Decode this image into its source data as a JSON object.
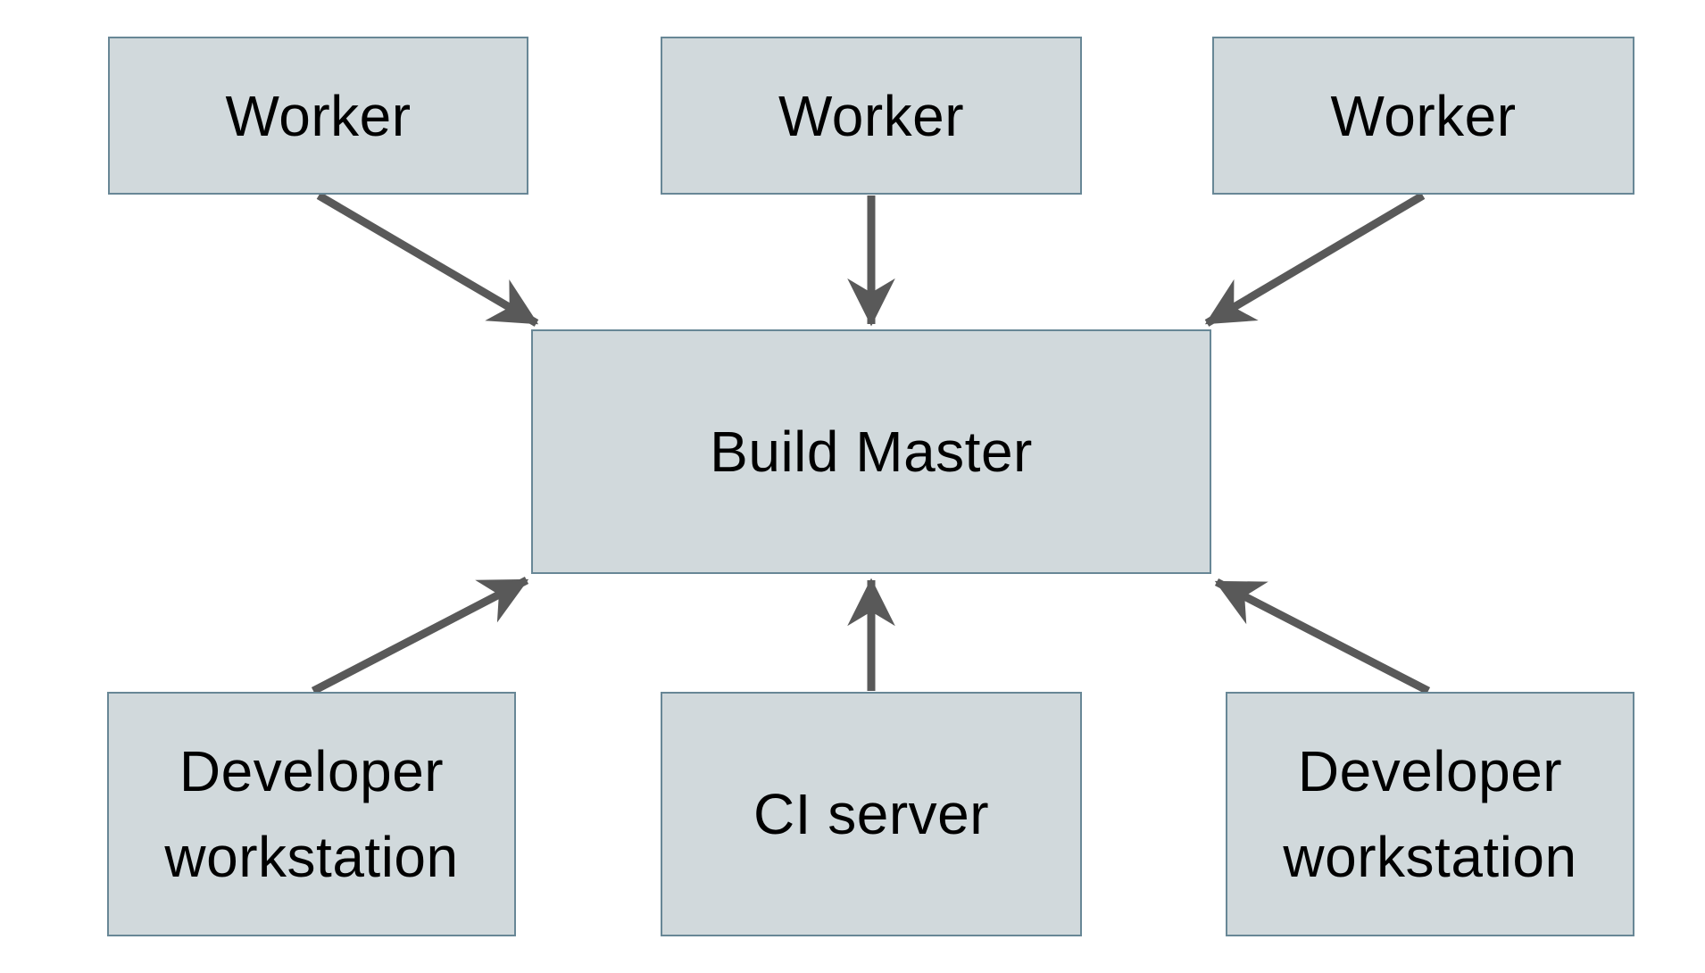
{
  "diagram": {
    "title": "",
    "nodes": {
      "worker1": {
        "label": "Worker"
      },
      "worker2": {
        "label": "Worker"
      },
      "worker3": {
        "label": "Worker"
      },
      "build_master": {
        "label": "Build Master"
      },
      "dev_workstation_left": {
        "label": "Developer workstation"
      },
      "ci_server": {
        "label": "CI server"
      },
      "dev_workstation_right": {
        "label": "Developer workstation"
      }
    },
    "edges": [
      {
        "from": "worker1",
        "to": "build_master",
        "direction": "down"
      },
      {
        "from": "worker2",
        "to": "build_master",
        "direction": "down"
      },
      {
        "from": "worker3",
        "to": "build_master",
        "direction": "down"
      },
      {
        "from": "dev_workstation_left",
        "to": "build_master",
        "direction": "up"
      },
      {
        "from": "ci_server",
        "to": "build_master",
        "direction": "up"
      },
      {
        "from": "dev_workstation_right",
        "to": "build_master",
        "direction": "up"
      }
    ],
    "colors": {
      "background": "#ffffff",
      "node_fill": "#d1d9dc",
      "node_border": "#688796",
      "arrow": "#595959",
      "text": "#000000"
    }
  }
}
